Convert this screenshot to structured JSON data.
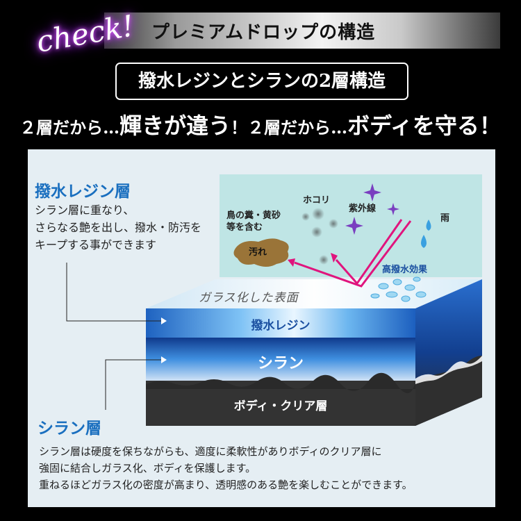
{
  "header": {
    "check_label": "check!",
    "title": "プレミアムドロップの構造"
  },
  "subtitle": "撥水レジンとシランの2層構造",
  "tagline": {
    "part1": "２層だから…",
    "part2": "輝きが違う",
    "part3": "！２層だから…",
    "part4": "ボディを守る",
    "part5": "！"
  },
  "resin_section": {
    "heading": "撥水レジン層",
    "lines": [
      "シラン層に重なり、",
      "さらなる艶を出し、撥水・防汚を",
      "キープする事ができます"
    ]
  },
  "diagram": {
    "dirt_label_lines": [
      "鳥の糞・黄砂",
      "等を含む"
    ],
    "dirt_blob_label": "汚れ",
    "dust_label": "ホコリ",
    "uv_label": "紫外線",
    "rain_label": "雨",
    "beading_label": "高撥水効果",
    "glass_surface_label": "ガラス化した表面",
    "layer_resin_label": "撥水レジン",
    "layer_silane_label": "シラン",
    "layer_body_label": "ボディ・クリア層",
    "icons": [
      "sparkle-icon",
      "raindrop-icon"
    ],
    "colors": {
      "arrow_pink": "#e0147d",
      "sparkle_purple": "#7a3fc0",
      "resin_blue": "#2b7fd6",
      "silane_blue": "#1a3f9a",
      "body_dark": "#333333"
    }
  },
  "silane_section": {
    "heading": "シラン層",
    "lines": [
      "シラン層は硬度を保ちながらも、適度に柔軟性がありボディのクリア層に",
      "強固に結合しガラス化、ボディを保護します。",
      "重ねるほどガラス化の密度が高まり、透明感のある艶を楽しむことができます。"
    ]
  }
}
